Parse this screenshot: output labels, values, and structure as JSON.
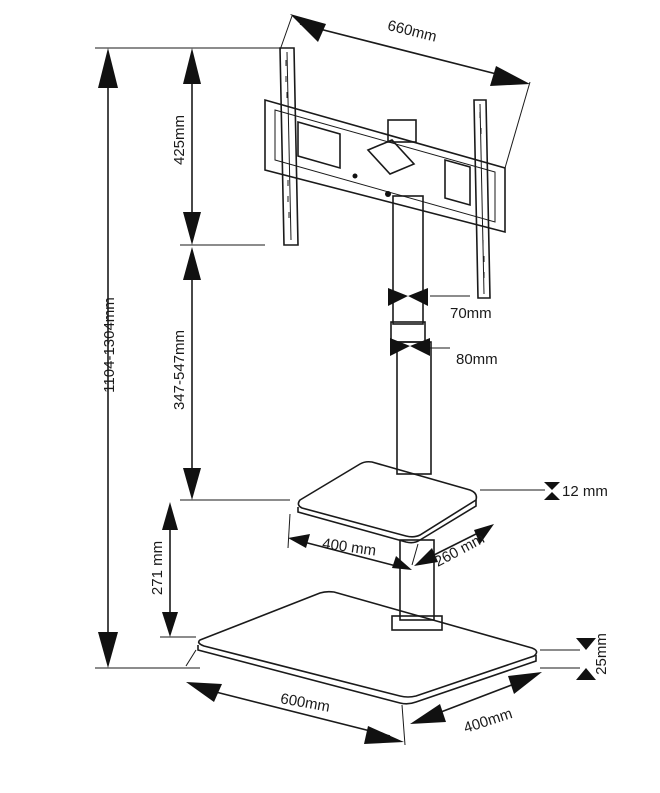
{
  "dimensions": {
    "bracket_width": "660mm",
    "bracket_height": "425mm",
    "total_height": "1104-1304mm",
    "column_adjust": "347-547mm",
    "column_upper": "70mm",
    "column_lower": "80mm",
    "shelf_thickness": "12 mm",
    "shelf_width": "400 mm",
    "shelf_depth": "260 mm",
    "shelf_height": "271 mm",
    "base_width": "600mm",
    "base_depth": "400mm",
    "base_thickness": "25mm"
  }
}
